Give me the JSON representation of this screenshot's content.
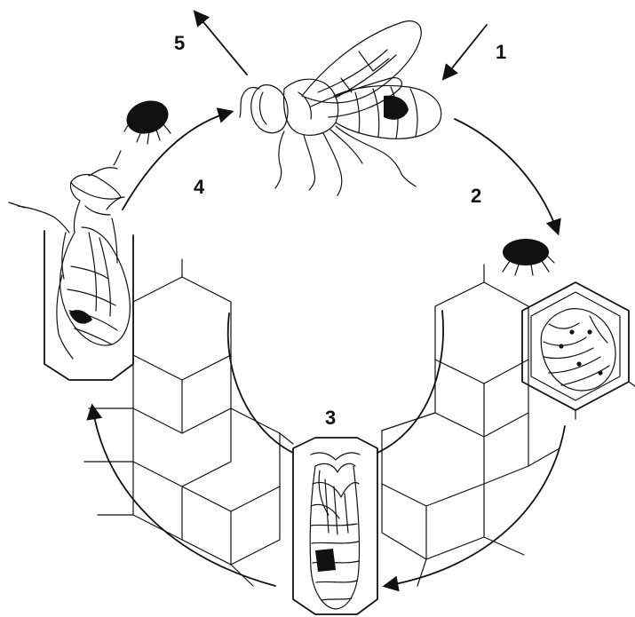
{
  "diagram": {
    "step_labels": [
      "1",
      "2",
      "3",
      "4",
      "5"
    ],
    "colors": {
      "ink": "#111111",
      "paper": "#ffffff",
      "fill_dark": "#111111"
    },
    "icons": [
      "adult-bee-icon",
      "varroa-mite-icon",
      "larva-icon",
      "capped-pupa-icon",
      "emerging-bee-icon",
      "honeycomb-icon"
    ]
  }
}
